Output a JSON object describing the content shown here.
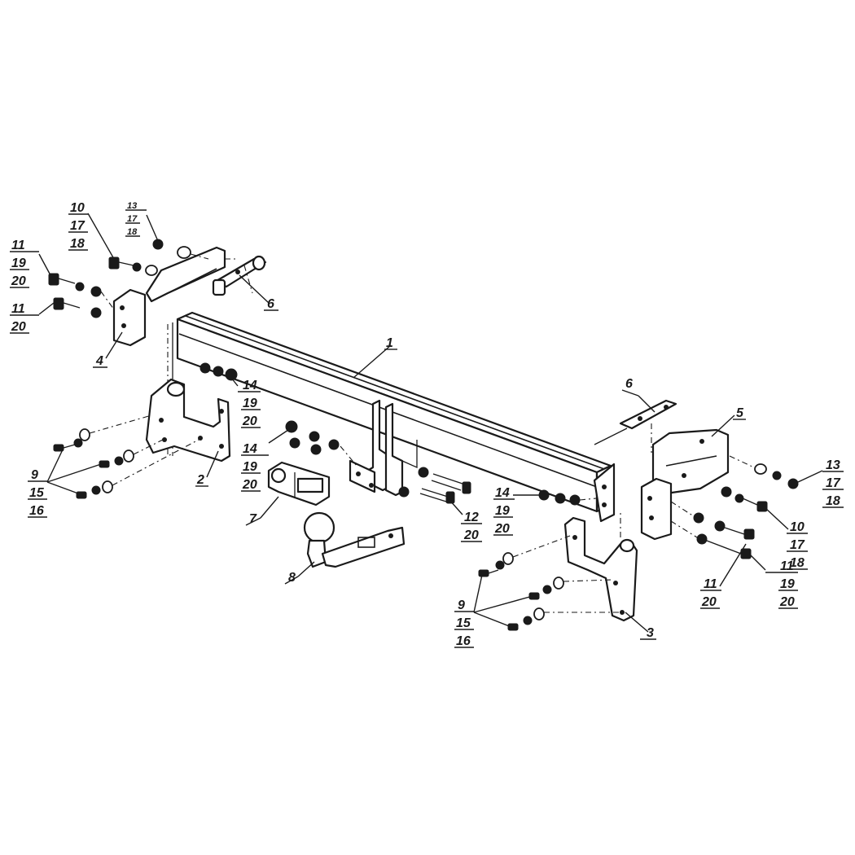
{
  "diagram": {
    "callouts": [
      {
        "id": "c1",
        "lines": [
          "1"
        ]
      },
      {
        "id": "c2",
        "lines": [
          "2"
        ]
      },
      {
        "id": "c3",
        "lines": [
          "3"
        ]
      },
      {
        "id": "c4",
        "lines": [
          "4"
        ]
      },
      {
        "id": "c5",
        "lines": [
          "5"
        ]
      },
      {
        "id": "c6a",
        "lines": [
          "6"
        ]
      },
      {
        "id": "c6b",
        "lines": [
          "6"
        ]
      },
      {
        "id": "c7",
        "lines": [
          "7"
        ]
      },
      {
        "id": "c8",
        "lines": [
          "8"
        ]
      },
      {
        "id": "c9a",
        "lines": [
          "9",
          "15",
          "16"
        ]
      },
      {
        "id": "c9b",
        "lines": [
          "9",
          "15",
          "16"
        ]
      },
      {
        "id": "c10a",
        "lines": [
          "10",
          "17",
          "18"
        ]
      },
      {
        "id": "c10b",
        "lines": [
          "10",
          "17",
          "18"
        ]
      },
      {
        "id": "c11a",
        "lines": [
          "11",
          "19",
          "20"
        ]
      },
      {
        "id": "c11b",
        "lines": [
          "11",
          "20"
        ]
      },
      {
        "id": "c11c",
        "lines": [
          "11",
          "19",
          "20"
        ]
      },
      {
        "id": "c11d",
        "lines": [
          "11",
          "20"
        ]
      },
      {
        "id": "c12",
        "lines": [
          "12",
          "20"
        ]
      },
      {
        "id": "c13a",
        "lines": [
          "13",
          "17",
          "18"
        ]
      },
      {
        "id": "c13b",
        "lines": [
          "13",
          "17",
          "18"
        ]
      },
      {
        "id": "c14a",
        "lines": [
          "14",
          "19",
          "20"
        ]
      },
      {
        "id": "c14b",
        "lines": [
          "14",
          "19",
          "20"
        ]
      },
      {
        "id": "c14c",
        "lines": [
          "14",
          "19",
          "20"
        ]
      }
    ]
  }
}
